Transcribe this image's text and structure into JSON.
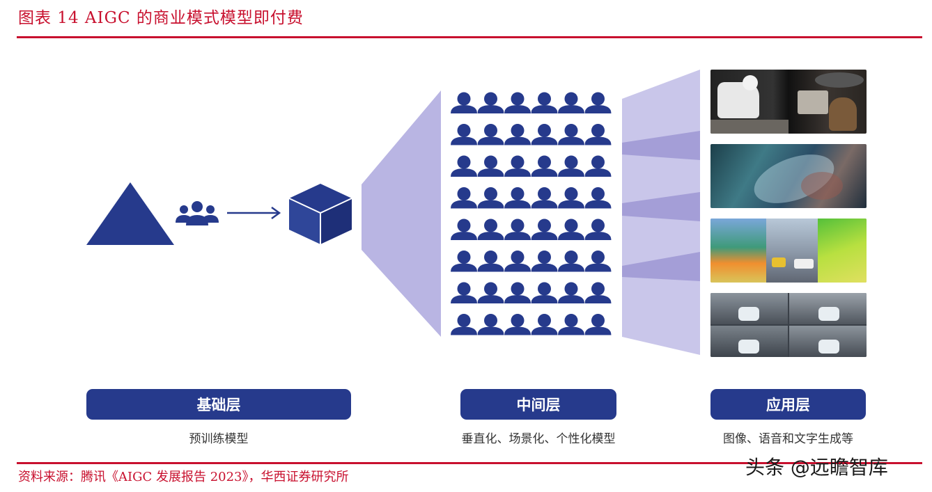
{
  "figure": {
    "title": "图表 14  AIGC 的商业模式模型即付费",
    "source": "资料来源：腾讯《AIGC 发展报告 2023》，华西证券研究所",
    "watermark": "头条 @远瞻智库"
  },
  "layers": [
    {
      "label": "基础层",
      "desc": "预训练模型"
    },
    {
      "label": "中间层",
      "desc": "垂直化、场景化、个性化模型"
    },
    {
      "label": "应用层",
      "desc": "图像、语音和文字生成等"
    }
  ],
  "icons": {
    "base": "triangle-icon",
    "team": "people-group-icon",
    "arrow": "arrow-right-icon",
    "model": "cube-icon",
    "user": "person-icon"
  },
  "people_grid": {
    "rows": 8,
    "cols": 6
  },
  "colors": {
    "red": "#c8102e",
    "navy": "#263a8c",
    "lavender": "#b9b5e3",
    "lavender_dark": "#9f99d4"
  }
}
